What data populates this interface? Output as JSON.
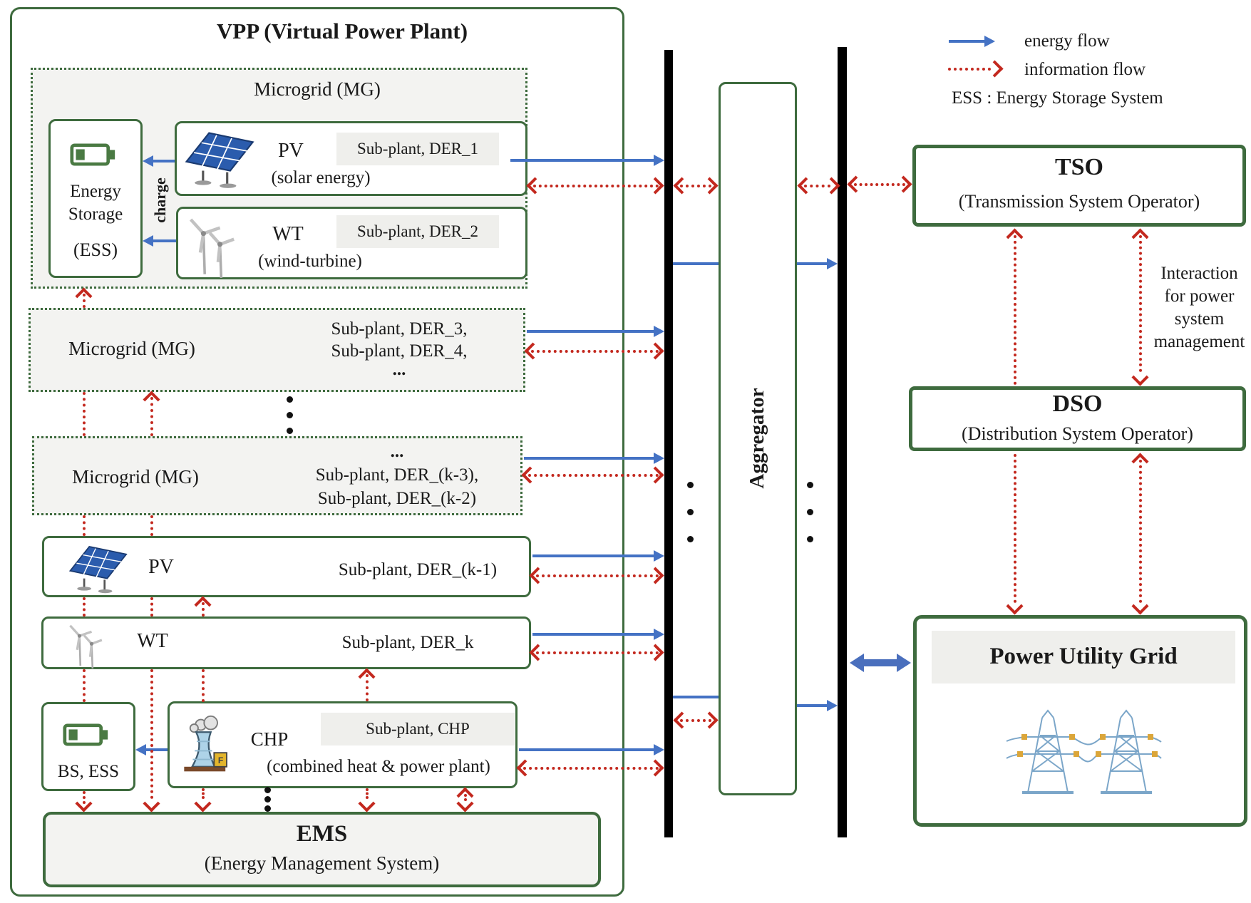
{
  "colors": {
    "green": "#3e6b3e",
    "red": "#c3281e",
    "blue": "#4472c4",
    "gray_fill": "#f3f3f1",
    "black": "#000000"
  },
  "legend": {
    "energy_flow": "energy flow",
    "information_flow": "information flow",
    "ess_note": "ESS : Energy Storage System"
  },
  "vpp": {
    "title": "VPP (Virtual Power Plant)"
  },
  "mg1": {
    "title": "Microgrid (MG)",
    "ess": {
      "line1": "Energy",
      "line2": "Storage",
      "line3": "(ESS)"
    },
    "charge_label": "charge",
    "pv": {
      "name": "PV",
      "desc": "(solar energy)",
      "subplant": "Sub-plant, DER_1"
    },
    "wt": {
      "name": "WT",
      "desc": "(wind-turbine)",
      "subplant": "Sub-plant, DER_2"
    }
  },
  "mg2": {
    "title": "Microgrid (MG)",
    "lines": [
      "Sub-plant, DER_3,",
      "Sub-plant, DER_4,",
      "..."
    ]
  },
  "mg3": {
    "title": "Microgrid (MG)",
    "lines": [
      "...",
      "Sub-plant, DER_(k-3),",
      "Sub-plant, DER_(k-2)"
    ]
  },
  "pv_row": {
    "name": "PV",
    "subplant": "Sub-plant, DER_(k-1)"
  },
  "wt_row": {
    "name": "WT",
    "subplant": "Sub-plant, DER_k"
  },
  "storage_row": {
    "bs_label": "BS, ESS"
  },
  "chp_row": {
    "name": "CHP",
    "desc": "(combined heat & power plant)",
    "subplant": "Sub-plant, CHP"
  },
  "ems": {
    "title": "EMS",
    "subtitle": "(Energy Management System)"
  },
  "aggregator": {
    "title": "Aggregator"
  },
  "tso": {
    "title": "TSO",
    "subtitle": "(Transmission System Operator)"
  },
  "dso": {
    "title": "DSO",
    "subtitle": "(Distribution System Operator)"
  },
  "power_grid": {
    "title": "Power Utility Grid"
  },
  "interaction_note": {
    "lines": [
      "Interaction",
      "for power",
      "system",
      "management"
    ]
  }
}
